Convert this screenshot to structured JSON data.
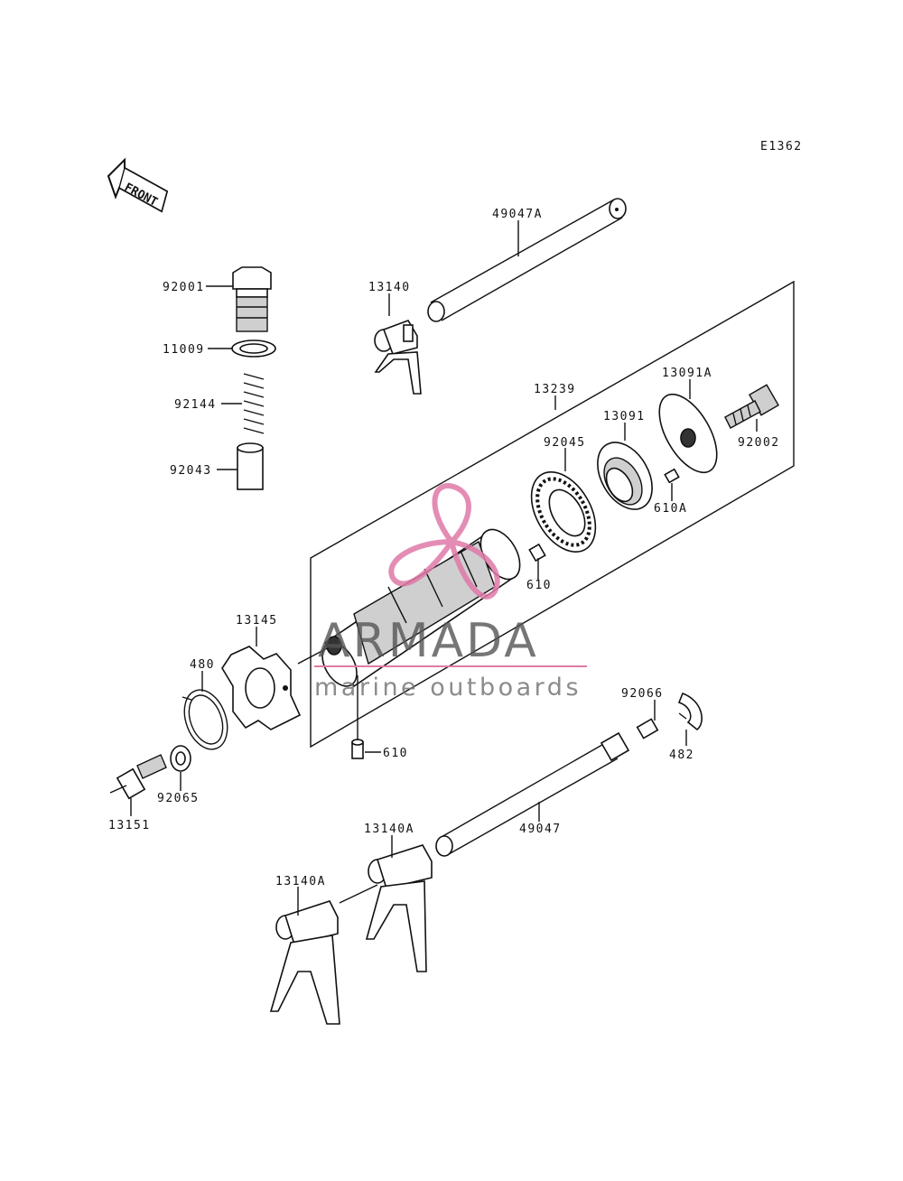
{
  "diagram": {
    "code": "E1362",
    "front_label": "FRONT"
  },
  "callouts": {
    "c_49047A": "49047A",
    "c_13140": "13140",
    "c_92001": "92001",
    "c_11009": "11009",
    "c_92144": "92144",
    "c_92043": "92043",
    "c_13239": "13239",
    "c_13091A": "13091A",
    "c_13091": "13091",
    "c_92002": "92002",
    "c_92045": "92045",
    "c_610A": "610A",
    "c_610_upper": "610",
    "c_13145": "13145",
    "c_480": "480",
    "c_610_lower": "610",
    "c_92066": "92066",
    "c_482": "482",
    "c_92065": "92065",
    "c_13151": "13151",
    "c_13140A_upper": "13140A",
    "c_49047": "49047",
    "c_13140A_lower": "13140A"
  },
  "watermark": {
    "brand": "ARMADA",
    "tagline": "marine outboards",
    "logo_color": "#e07aa8"
  }
}
